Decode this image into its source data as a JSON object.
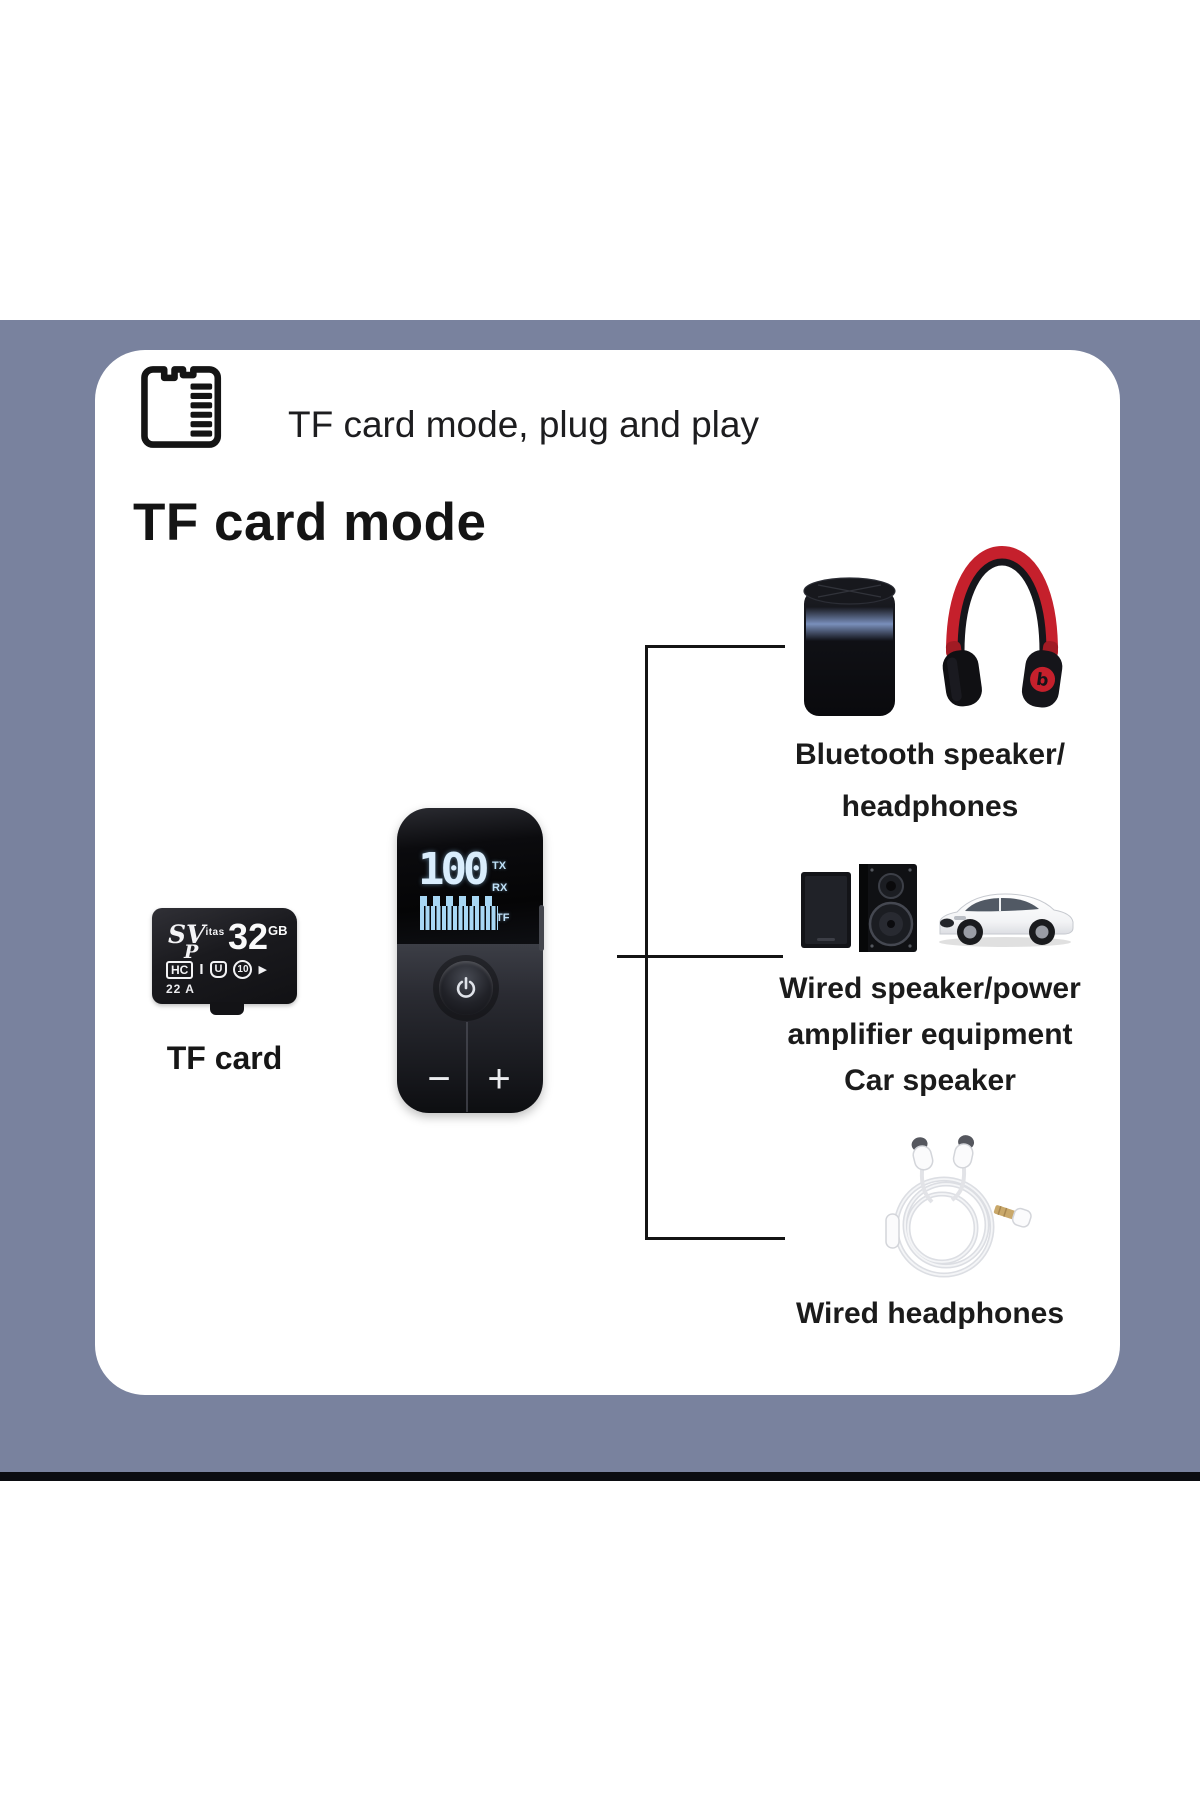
{
  "header": {
    "caption": "TF card mode, plug and play"
  },
  "title": "TF card mode",
  "tf_card": {
    "logo_script": "SV",
    "logo_small": "itas",
    "logo_p": "P",
    "capacity": "32",
    "capacity_unit": "GB",
    "badges": [
      "HC",
      "I",
      "U",
      "10",
      "▶"
    ],
    "corner_label": "22 A",
    "caption": "TF card"
  },
  "device": {
    "display_value": "100",
    "indicator_tx": "TX",
    "indicator_rx": "RX",
    "indicator_tf": "TF",
    "minus_label": "−",
    "plus_label": "+"
  },
  "connections": [
    {
      "label_lines": [
        "Bluetooth speaker/",
        "headphones"
      ]
    },
    {
      "label_lines": [
        "Wired speaker/power",
        "amplifier equipment",
        "Car speaker"
      ]
    },
    {
      "label_lines": [
        "Wired headphones"
      ]
    }
  ],
  "headphones_logo": "b",
  "colors": {
    "background_band": "#79829e",
    "bottom_strip": "#0b0c11",
    "card_background": "#ffffff",
    "connector_line": "#141414",
    "lcd_blue": "#a7d7f4",
    "beats_red": "#c5202c",
    "text_dark": "#1b1b1b"
  }
}
